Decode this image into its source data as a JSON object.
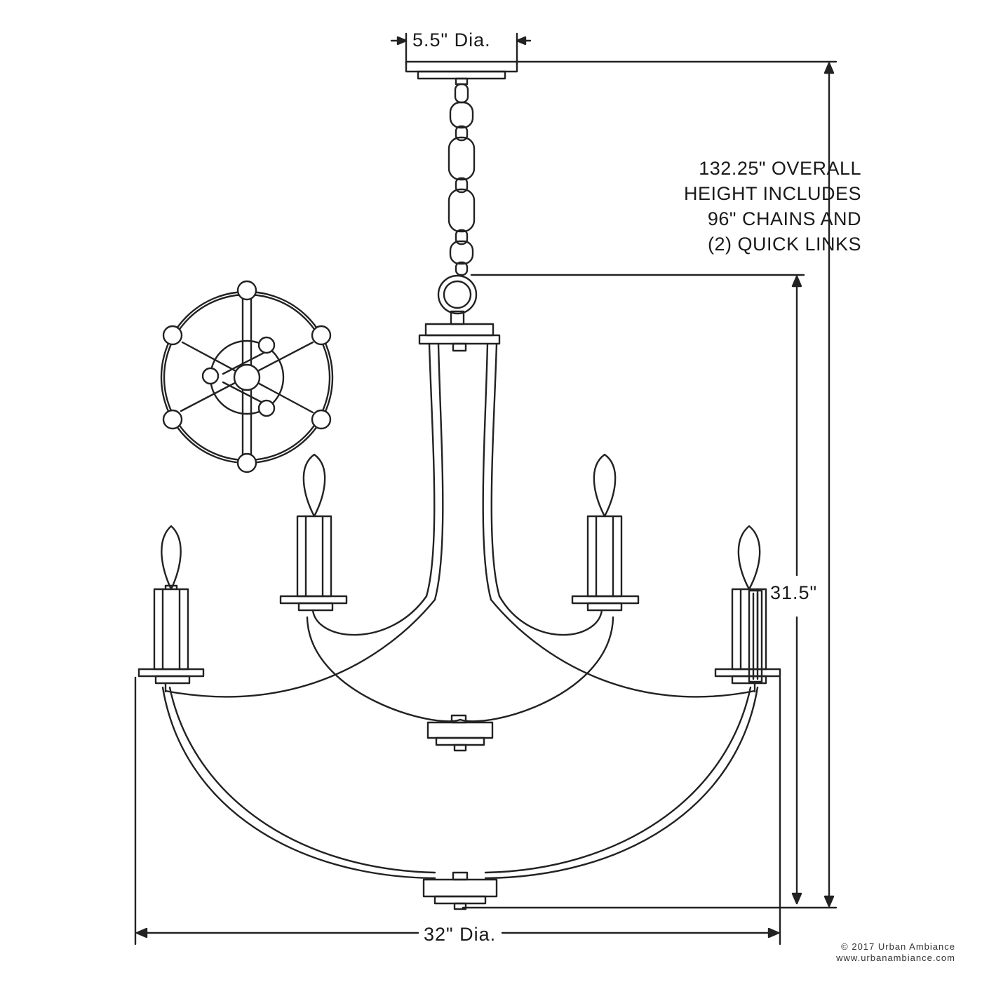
{
  "dimensions": {
    "canopy_diameter": "5.5\" Dia.",
    "fixture_diameter": "32\" Dia.",
    "fixture_height": "31.5\""
  },
  "overall_height_note": [
    "132.25\" OVERALL",
    "HEIGHT INCLUDES",
    "96\" CHAINS AND",
    "(2) QUICK LINKS"
  ],
  "copyright": {
    "line1": "© 2017 Urban Ambiance",
    "line2": "www.urbanambiance.com"
  },
  "colors": {
    "line": "#222222",
    "background": "#ffffff"
  }
}
